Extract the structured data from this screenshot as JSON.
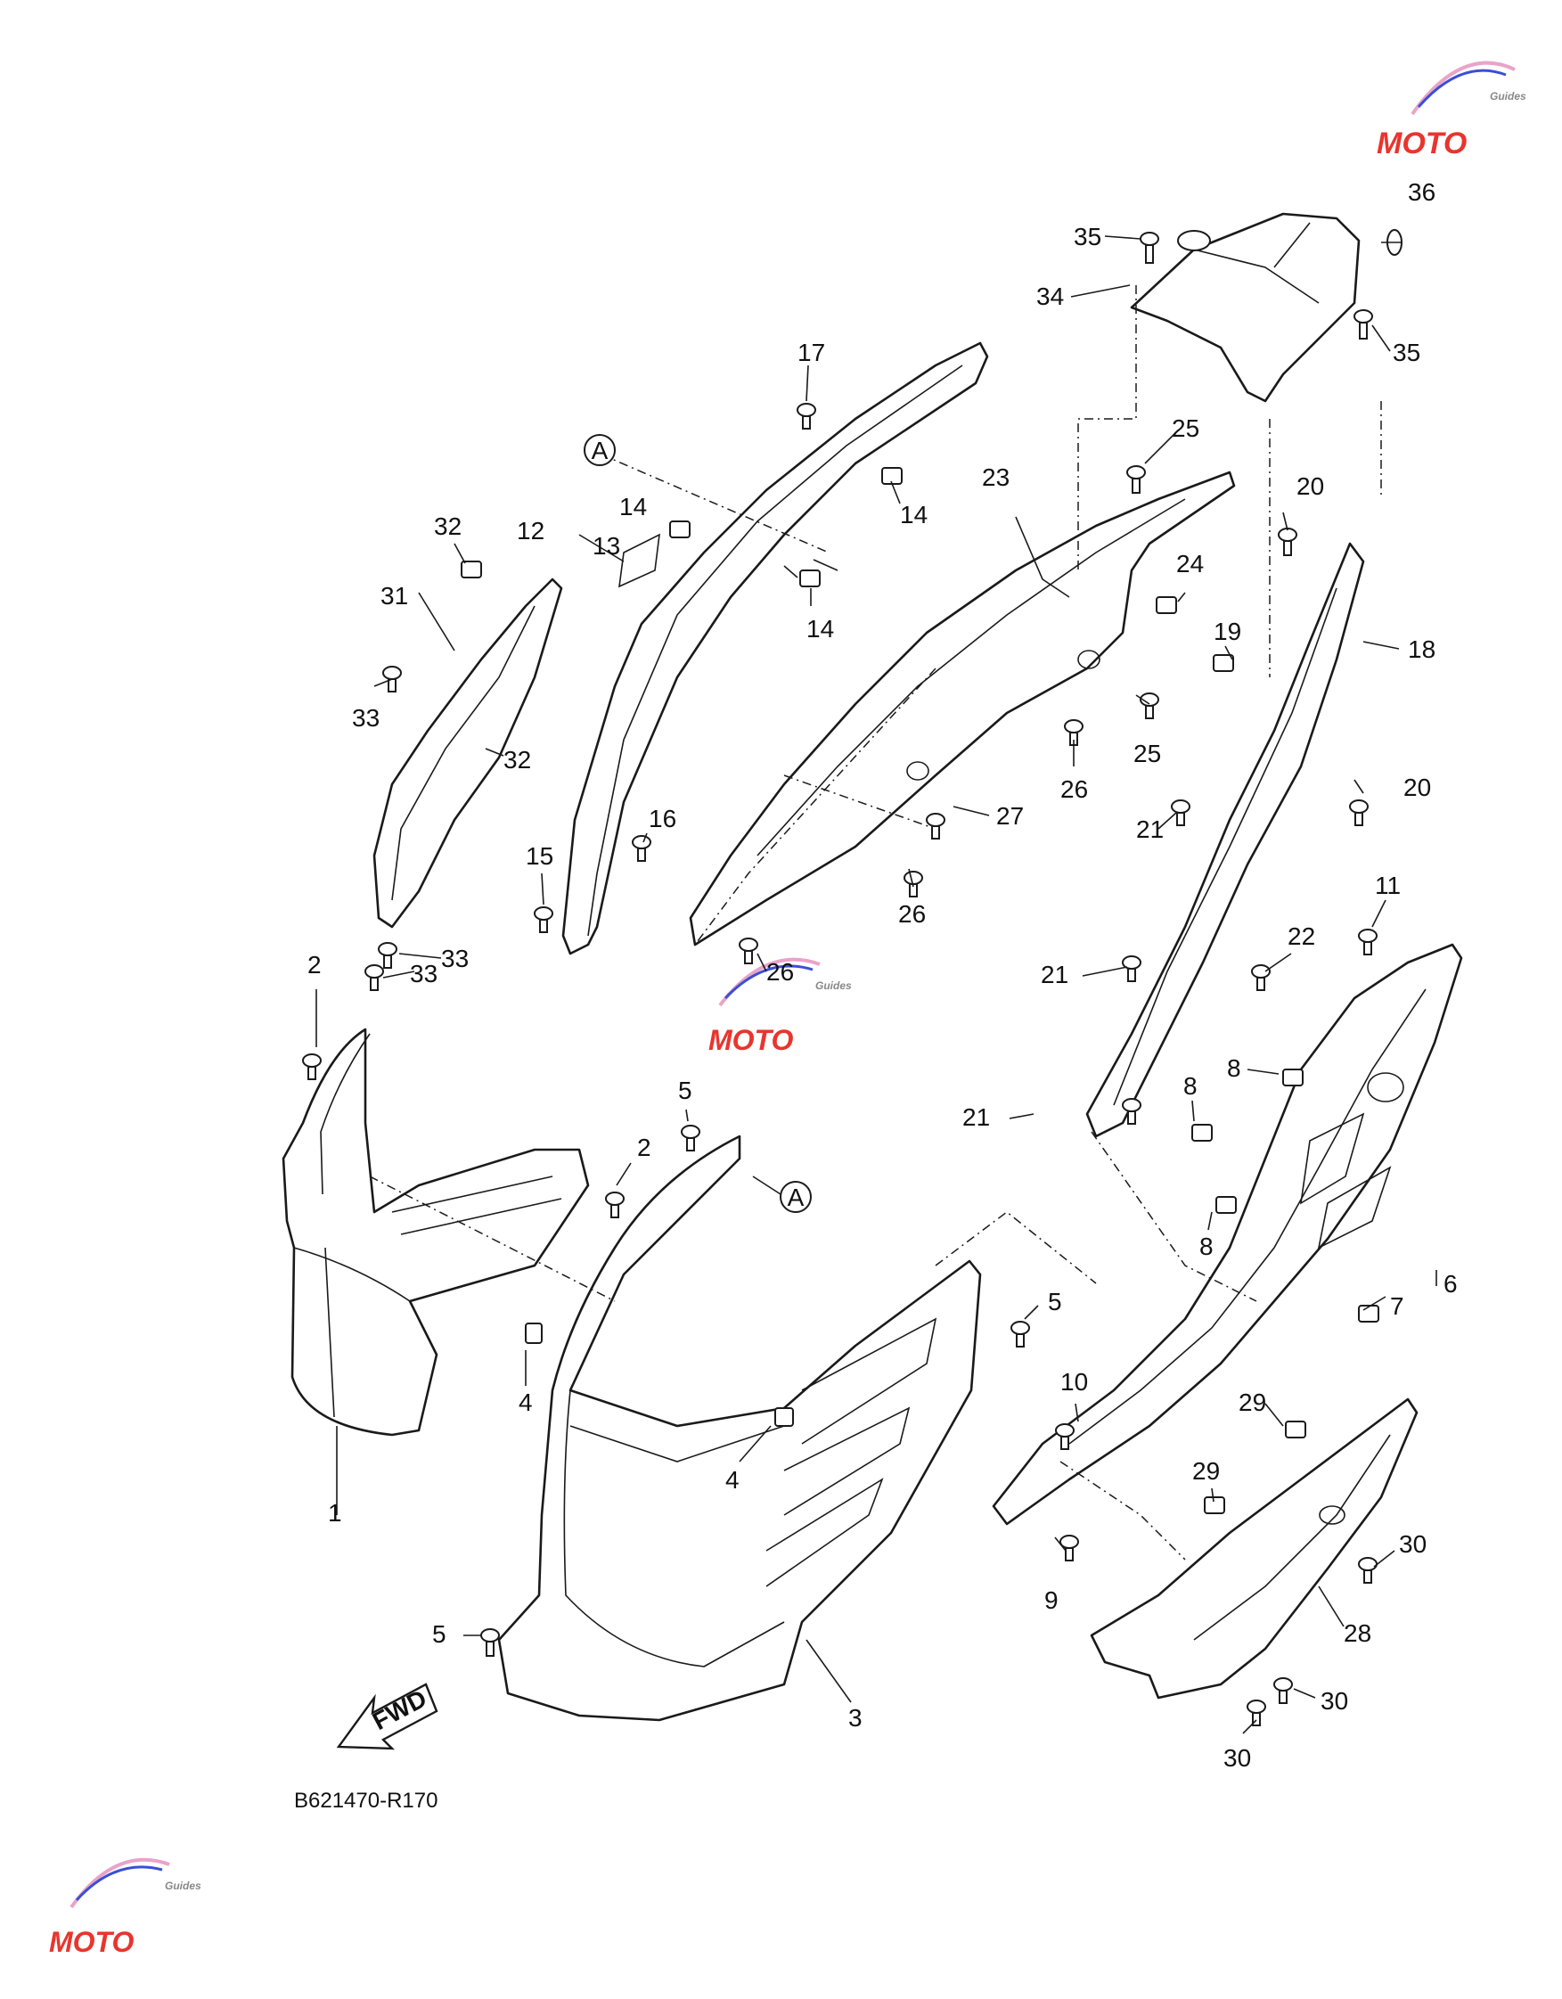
{
  "diagram_code": "B621470-R170",
  "fwd_label": "FWD",
  "reference_mark": "A",
  "watermark": {
    "brand": "MOTO",
    "sub": "Guides",
    "accent_red": "#e8352e",
    "accent_blue": "#3a4fd6",
    "accent_pink": "#e9a3c9"
  },
  "callouts": [
    "1",
    "2",
    "2",
    "3",
    "4",
    "4",
    "5",
    "5",
    "5",
    "6",
    "7",
    "8",
    "8",
    "8",
    "9",
    "10",
    "11",
    "12",
    "13",
    "14",
    "14",
    "14",
    "15",
    "16",
    "17",
    "18",
    "19",
    "20",
    "20",
    "21",
    "21",
    "21",
    "22",
    "23",
    "24",
    "25",
    "25",
    "26",
    "26",
    "26",
    "27",
    "28",
    "29",
    "29",
    "30",
    "30",
    "30",
    "31",
    "32",
    "32",
    "33",
    "33",
    "33",
    "34",
    "35",
    "35",
    "36"
  ]
}
